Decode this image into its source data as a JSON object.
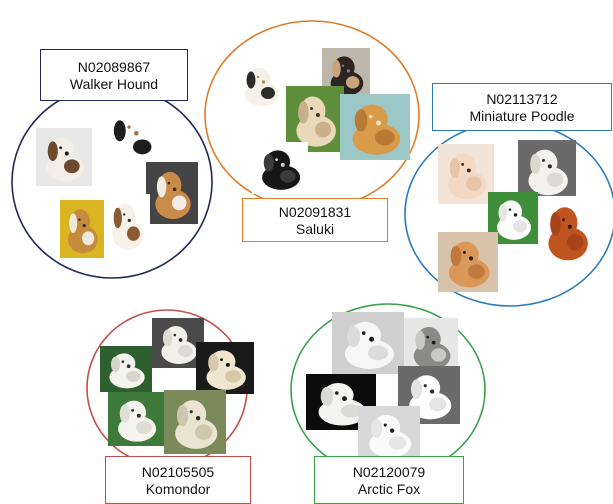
{
  "clusters": [
    {
      "id": "N02089867",
      "name": "Walker Hound",
      "color": "#1f2a5a",
      "images": [
        {
          "subject": "beagle-puppy-lying",
          "fur": [
            "#f2ede6",
            "#6b4a2e",
            "#1a1a1a"
          ],
          "bg": "#e8e8e8"
        },
        {
          "subject": "walker-hound-standing",
          "fur": [
            "#ffffff",
            "#1e1e1e",
            "#a9713f"
          ],
          "bg": "#ffffff"
        },
        {
          "subject": "beagle-head-closeup",
          "fur": [
            "#c98a4a",
            "#f4ece2",
            "#3a2a20"
          ],
          "bg": "#444444"
        },
        {
          "subject": "hound-puppy-yellow-bg",
          "fur": [
            "#c68a3c",
            "#f0e8da",
            "#2c2c2c"
          ],
          "bg": "#d9b522"
        },
        {
          "subject": "beagle-puppy-sitting",
          "fur": [
            "#f7f1e8",
            "#8a5a32",
            "#2a2a2a"
          ],
          "bg": "#ffffff"
        }
      ]
    },
    {
      "id": "N02091831",
      "name": "Saluki",
      "color": "#e07b2a",
      "images": [
        {
          "subject": "saluki-puppy-standing",
          "fur": [
            "#f5f0e8",
            "#2b2b2b",
            "#b88b5d"
          ],
          "bg": "#ffffff"
        },
        {
          "subject": "saluki-black-tan-sitting",
          "fur": [
            "#2a2522",
            "#c9a37a",
            "#8a7a6a"
          ],
          "bg": "#bdb6aa"
        },
        {
          "subject": "saluki-cream-head",
          "fur": [
            "#e9d9b8",
            "#c8b08a",
            "#3a3a2a"
          ],
          "bg": "#5f8f3a"
        },
        {
          "subject": "saluki-golden-sitting",
          "fur": [
            "#d99a4a",
            "#b87a34",
            "#f0e0c0"
          ],
          "bg": "#9cc7c7"
        },
        {
          "subject": "saluki-black-running",
          "fur": [
            "#161616",
            "#3a3a3a",
            "#d0d0d0"
          ],
          "bg": "#ffffff"
        }
      ]
    },
    {
      "id": "N02113712",
      "name": "Miniature Poodle",
      "color": "#2b7bbb",
      "images": [
        {
          "subject": "poodle-apricot-face",
          "fur": [
            "#f3d9c4",
            "#e8c4a8",
            "#3a2a20"
          ],
          "bg": "#f2e4d8"
        },
        {
          "subject": "poodle-white-face",
          "fur": [
            "#f4f2ee",
            "#dcd8d2",
            "#2a2a2a"
          ],
          "bg": "#6a6a6a"
        },
        {
          "subject": "poodle-white-on-grass",
          "fur": [
            "#ffffff",
            "#e6e6e6",
            "#222222"
          ],
          "bg": "#3f8f3a"
        },
        {
          "subject": "poodle-red-lying",
          "fur": [
            "#d99858",
            "#c07a3e",
            "#2a2018"
          ],
          "bg": "#d8c2aa"
        },
        {
          "subject": "poodle-red-sitting",
          "fur": [
            "#c0541e",
            "#a8441a",
            "#2a1a10"
          ],
          "bg": "#ffffff"
        }
      ]
    },
    {
      "id": "N02105505",
      "name": "Komondor",
      "color": "#c0504d",
      "images": [
        {
          "subject": "komondor-lying-white",
          "fur": [
            "#f2f0ea",
            "#dedbd2",
            "#2a2a2a"
          ],
          "bg": "#4a4a4a"
        },
        {
          "subject": "komondor-show-stance",
          "fur": [
            "#f4f3ee",
            "#d8d6cc",
            "#2a2a2a"
          ],
          "bg": "#2e5f2e"
        },
        {
          "subject": "komondor-corded-standing",
          "fur": [
            "#f0e6d0",
            "#d7c8a8",
            "#1a1a1a"
          ],
          "bg": "#1a1a1a"
        },
        {
          "subject": "komondor-puppy-held",
          "fur": [
            "#f6f4ee",
            "#e0ddd4",
            "#2a2a2a"
          ],
          "bg": "#3d7a3a"
        },
        {
          "subject": "komondor-corded-face",
          "fur": [
            "#e9e4d2",
            "#cfc6ae",
            "#2a2a2a"
          ],
          "bg": "#7a8a5a"
        }
      ]
    },
    {
      "id": "N02120079",
      "name": "Arctic Fox",
      "color": "#3aa04a",
      "images": [
        {
          "subject": "arctic-fox-white-standing",
          "fur": [
            "#f6f6f6",
            "#dcdcdc",
            "#1a1a1a"
          ],
          "bg": "#cfcfcf"
        },
        {
          "subject": "arctic-fox-grey-coat",
          "fur": [
            "#8a8a88",
            "#c8c8c4",
            "#1a1a1a"
          ],
          "bg": "#e6e6e6"
        },
        {
          "subject": "arctic-fox-on-black",
          "fur": [
            "#f4f4f2",
            "#dadad6",
            "#1a1a1a"
          ],
          "bg": "#0c0c0c"
        },
        {
          "subject": "arctic-fox-curled",
          "fur": [
            "#ffffff",
            "#e4e4e4",
            "#2a2a2a"
          ],
          "bg": "#6a6a6a"
        },
        {
          "subject": "arctic-fox-snow-face",
          "fur": [
            "#fafafa",
            "#e6e6e6",
            "#1a1a1a"
          ],
          "bg": "#d8d8d8"
        }
      ]
    }
  ]
}
